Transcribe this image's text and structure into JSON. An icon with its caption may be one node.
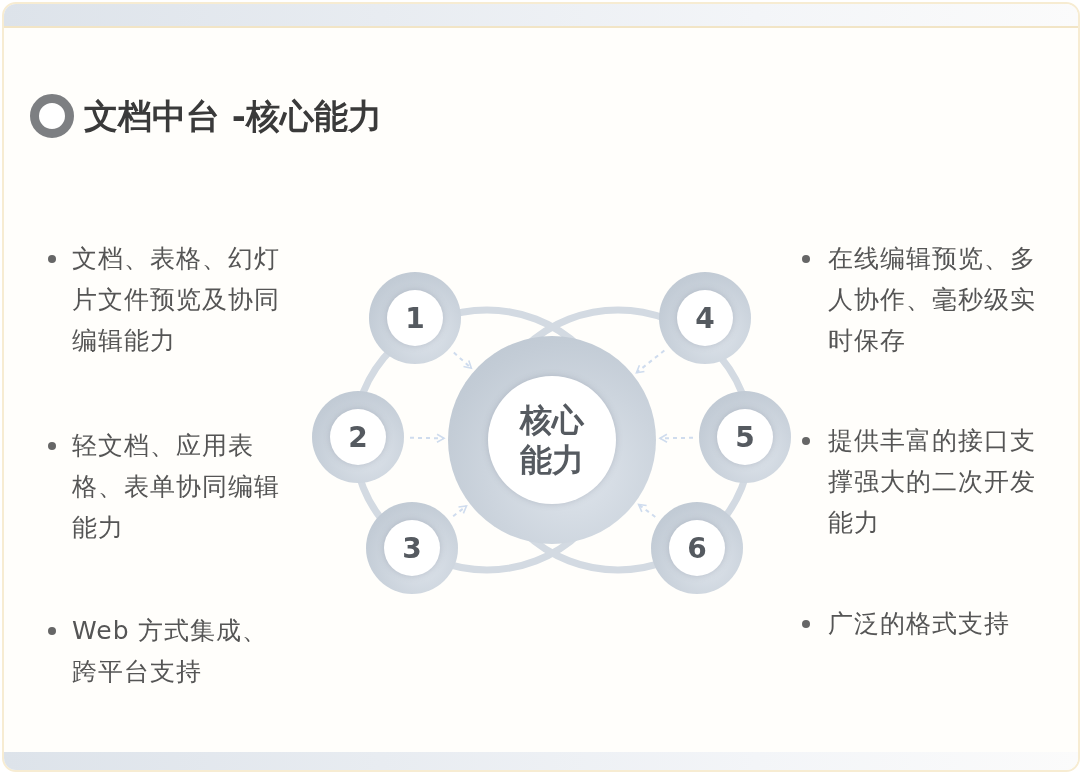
{
  "diagram": {
    "title": "文档中台 -核心能力",
    "nodes": [
      {
        "text": [
          "核心能力"
        ]
      },
      {
        "text": [
          "1"
        ]
      },
      {
        "text": [
          "2"
        ]
      },
      {
        "text": [
          "3"
        ]
      },
      {
        "text": [
          "4"
        ]
      },
      {
        "text": [
          "5"
        ]
      },
      {
        "text": [
          "6"
        ]
      }
    ],
    "edges": [
      {
        "from": 1,
        "to": 0,
        "arrow": "to",
        "style": "dashed"
      },
      {
        "from": 2,
        "to": 0,
        "arrow": "to",
        "style": "dashed"
      },
      {
        "from": 3,
        "to": 0,
        "arrow": "to",
        "style": "dashed"
      },
      {
        "from": 4,
        "to": 0,
        "arrow": "to",
        "style": "dashed"
      },
      {
        "from": 5,
        "to": 0,
        "arrow": "to",
        "style": "dashed"
      },
      {
        "from": 6,
        "to": 0,
        "arrow": "to",
        "style": "dashed"
      }
    ],
    "labels": [
      "文档、表格、幻灯片文件预览及协同编辑能力",
      "轻文档、应用表格、表单协同编辑能力",
      "Web 方式集成、跨平台支持",
      "在线编辑预览、多人协作、毫秒级实时保存",
      "提供丰富的接口支撑强大的二次开发能力",
      "广泛的格式支持"
    ]
  }
}
